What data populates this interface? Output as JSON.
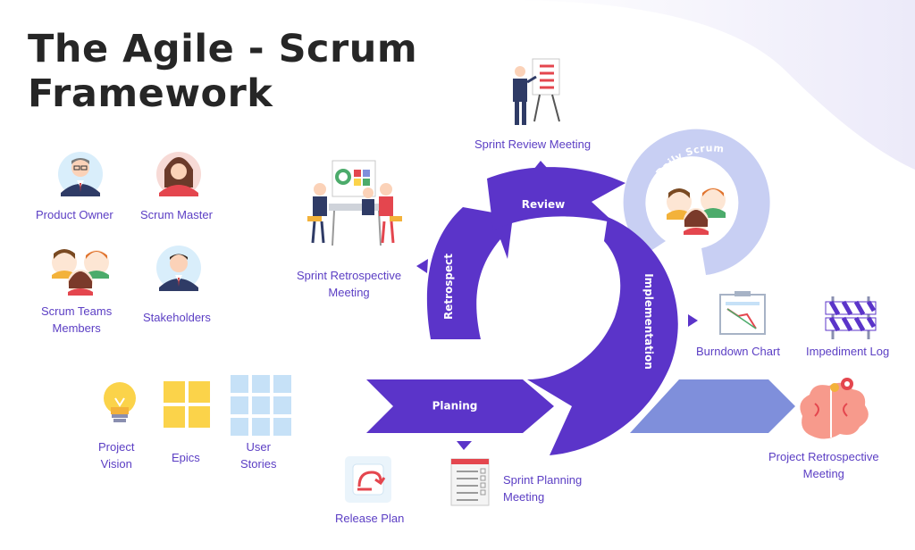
{
  "title": {
    "line1": "The Agile - Scrum",
    "line2": "Framework"
  },
  "roles": {
    "product_owner": "Product Owner",
    "scrum_master": "Scrum Master",
    "team_line1": "Scrum Teams",
    "team_line2": "Members",
    "stakeholders": "Stakeholders"
  },
  "artifacts": {
    "vision_line1": "Project",
    "vision_line2": "Vision",
    "epics": "Epics",
    "stories_line1": "User",
    "stories_line2": "Stories",
    "release_plan": "Release Plan"
  },
  "cycle": {
    "planing": "Planing",
    "retrospect": "Retrospect",
    "review": "Review",
    "implementation": "Implementation",
    "daily_scrum": "Daily Scrum"
  },
  "meetings": {
    "sprint_review": "Sprint Review Meeting",
    "sprint_retro_line1": "Sprint Retrospective",
    "sprint_retro_line2": "Meeting",
    "sprint_planning_line1": "Sprint Planning",
    "sprint_planning_line2": "Meeting",
    "project_retro_line1": "Project Retrospective",
    "project_retro_line2": "Meeting"
  },
  "outputs": {
    "burndown": "Burndown Chart",
    "impediment": "Impediment Log"
  },
  "colors": {
    "primary_purple": "#5b34c9",
    "light_purple": "#c8cff3",
    "periwinkle": "#7f8fdb",
    "label_purple": "#5b3ec4",
    "title": "#262626"
  }
}
